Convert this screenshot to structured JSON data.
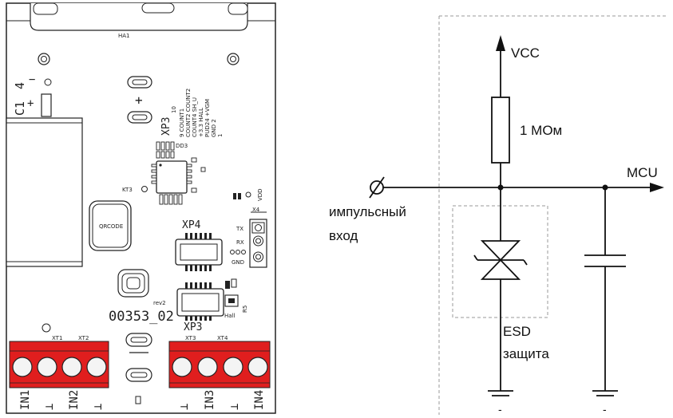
{
  "pcb": {
    "board_code": "00353_02",
    "rev": "rev2",
    "qrcode": "QRCODE",
    "speaker": "HA1",
    "cap_label": "C1",
    "cap_num": "4",
    "cap_minus": "−",
    "cap_plus": "+",
    "plus": "+",
    "kt3": "KT3",
    "kt3_chip": "DD3",
    "xp3_top": "XP3",
    "xp3_sub": "10",
    "xp3_pins": [
      "9  COUNT1",
      "COUNT2 COUNT2",
      "COUNT4 SH_U",
      "+3.3 HALL",
      "PUD24 +VGM",
      "GND  2",
      "1"
    ],
    "xp4": "XP4",
    "xp3_bottom": "XP3",
    "x4": "X4",
    "x4_pins": [
      "TX",
      "RX",
      "GND"
    ],
    "vdd": "VDD",
    "hall": "Hall",
    "res": "R5",
    "terminals_left": [
      "XT1",
      "XT2"
    ],
    "terminals_right": [
      "XT3",
      "XT4"
    ],
    "inputs": [
      "IN1",
      "⊥",
      "IN2",
      "⊥",
      "⊥",
      "IN3",
      "⊥",
      "IN4"
    ],
    "colors": {
      "terminal": "#e01e1e",
      "outline": "#222222",
      "board": "#ffffff"
    }
  },
  "schematic": {
    "vcc": "VCC",
    "resistor": "1 MOм",
    "mcu": "MCU",
    "input_line1": "импульсный",
    "input_line2": "вход",
    "esd_line1": "ESD",
    "esd_line2": "защита",
    "ground_mark": "-",
    "colors": {
      "wire": "#111111",
      "dashed": "#999999"
    }
  }
}
